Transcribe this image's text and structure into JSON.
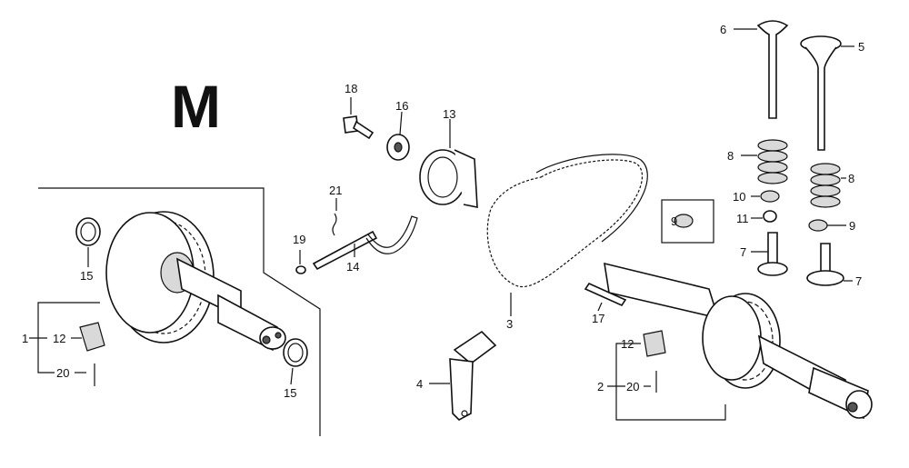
{
  "section_letter": "M",
  "labels": {
    "n1": "1",
    "n2": "2",
    "n3": "3",
    "n4": "4",
    "n5": "5",
    "n6": "6",
    "n7a": "7",
    "n7b": "7",
    "n8a": "8",
    "n8b": "8",
    "n9a": "9",
    "n9b": "9",
    "n10": "10",
    "n11": "11",
    "n12a": "12",
    "n12b": "12",
    "n13": "13",
    "n14": "14",
    "n15a": "15",
    "n15b": "15",
    "n16": "16",
    "n17": "17",
    "n18": "18",
    "n19": "19",
    "n20a": "20",
    "n20b": "20",
    "n21": "21"
  }
}
